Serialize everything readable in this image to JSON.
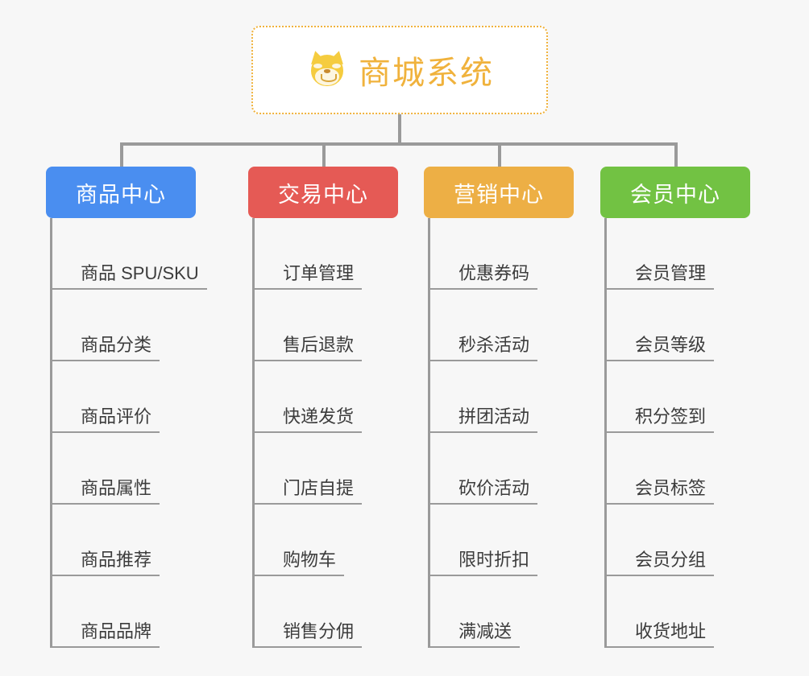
{
  "page": {
    "background_color": "#f7f7f7",
    "connector_color": "#9a9a9a",
    "leaf_text_color": "#3c3c3c"
  },
  "root": {
    "title": "商城系统",
    "icon": "shiba-dog-icon",
    "text_color": "#f0b23c",
    "border_color": "#f0b23c",
    "background_color": "#ffffff"
  },
  "columns": [
    {
      "header": "商品中心",
      "color": "#4a8ef0",
      "items": [
        "商品 SPU/SKU",
        "商品分类",
        "商品评价",
        "商品属性",
        "商品推荐",
        "商品品牌"
      ]
    },
    {
      "header": "交易中心",
      "color": "#e55a55",
      "items": [
        "订单管理",
        "售后退款",
        "快递发货",
        "门店自提",
        "购物车",
        "销售分佣"
      ]
    },
    {
      "header": "营销中心",
      "color": "#edaf45",
      "items": [
        "优惠券码",
        "秒杀活动",
        "拼团活动",
        "砍价活动",
        "限时折扣",
        "满减送"
      ]
    },
    {
      "header": "会员中心",
      "color": "#72c243",
      "items": [
        "会员管理",
        "会员等级",
        "积分签到",
        "会员标签",
        "会员分组",
        "收货地址"
      ]
    }
  ]
}
